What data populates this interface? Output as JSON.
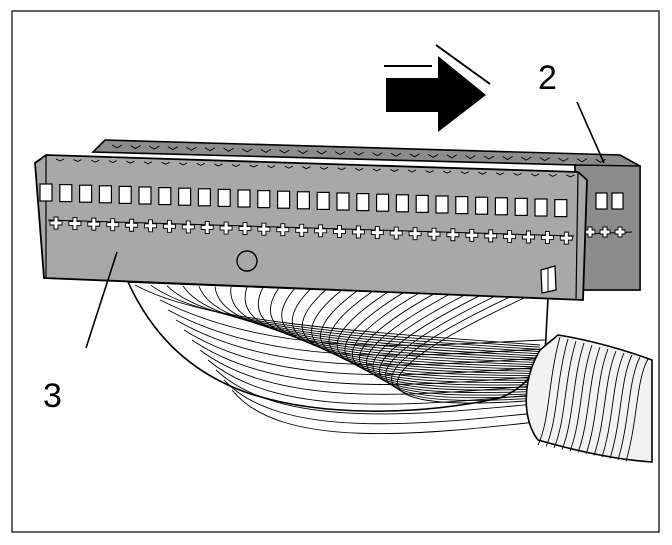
{
  "figure": {
    "callouts": [
      {
        "id": "rear-connector",
        "label": "2"
      },
      {
        "id": "front-connector",
        "label": "3"
      }
    ],
    "arrow": {
      "icon": "push-direction-arrow-icon",
      "direction": "right"
    },
    "colors": {
      "background": "#ffffff",
      "front_connector": "#a8a8a8",
      "rear_connector": "#8c8c8c",
      "wire_sleeve": "#f2f2f2",
      "line": "#000000"
    }
  }
}
